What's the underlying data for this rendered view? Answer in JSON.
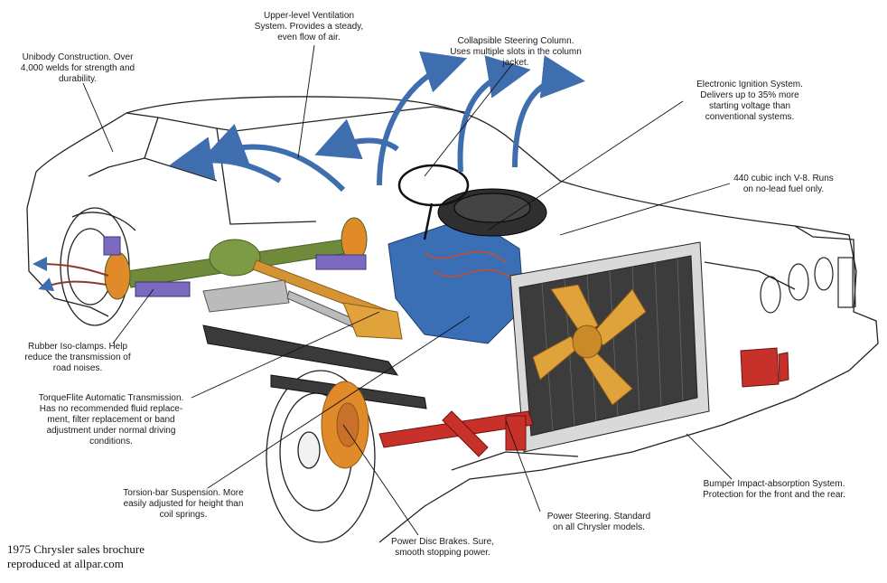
{
  "callouts": {
    "unibody": "Unibody Construction. Over\n4,000 welds for strength and\ndurability.",
    "ventilation": "Upper-level Ventilation\nSystem. Provides a steady,\neven flow of air.",
    "steering_column": "Collapsible Steering Column.\nUses multiple slots in the column\njacket.",
    "ignition": "Electronic Ignition System.\nDelivers up to 35% more\nstarting voltage than\nconventional systems.",
    "engine": "440 cubic inch V-8. Runs\non no-lead fuel only.",
    "iso_clamps": "Rubber Iso-clamps. Help\nreduce the transmission of\nroad noises.",
    "transmission": "TorqueFlite Automatic Transmission.\nHas no recommended fluid replace-\nment, filter replacement or band\nadjustment under normal driving\nconditions.",
    "torsion_bar": "Torsion-bar Suspension. More\neasily adjusted for height than\ncoil springs.",
    "disc_brakes": "Power Disc Brakes. Sure,\nsmooth stopping power.",
    "power_steering": "Power Steering. Standard\non all Chrysler models.",
    "bumper": "Bumper Impact-absorption System.\nProtection for the front and the rear."
  },
  "credit": {
    "line1": "1975 Chrysler sales brochure",
    "line2": "reproduced at allpar.com"
  },
  "colors": {
    "airflow_blue": "#3f6eae",
    "engine_blue": "#3a6fb5",
    "fan_orange": "#e0a23a",
    "axle_green": "#6f8a3a",
    "brake_orange": "#e08a2a",
    "frame_red": "#c8302a"
  }
}
